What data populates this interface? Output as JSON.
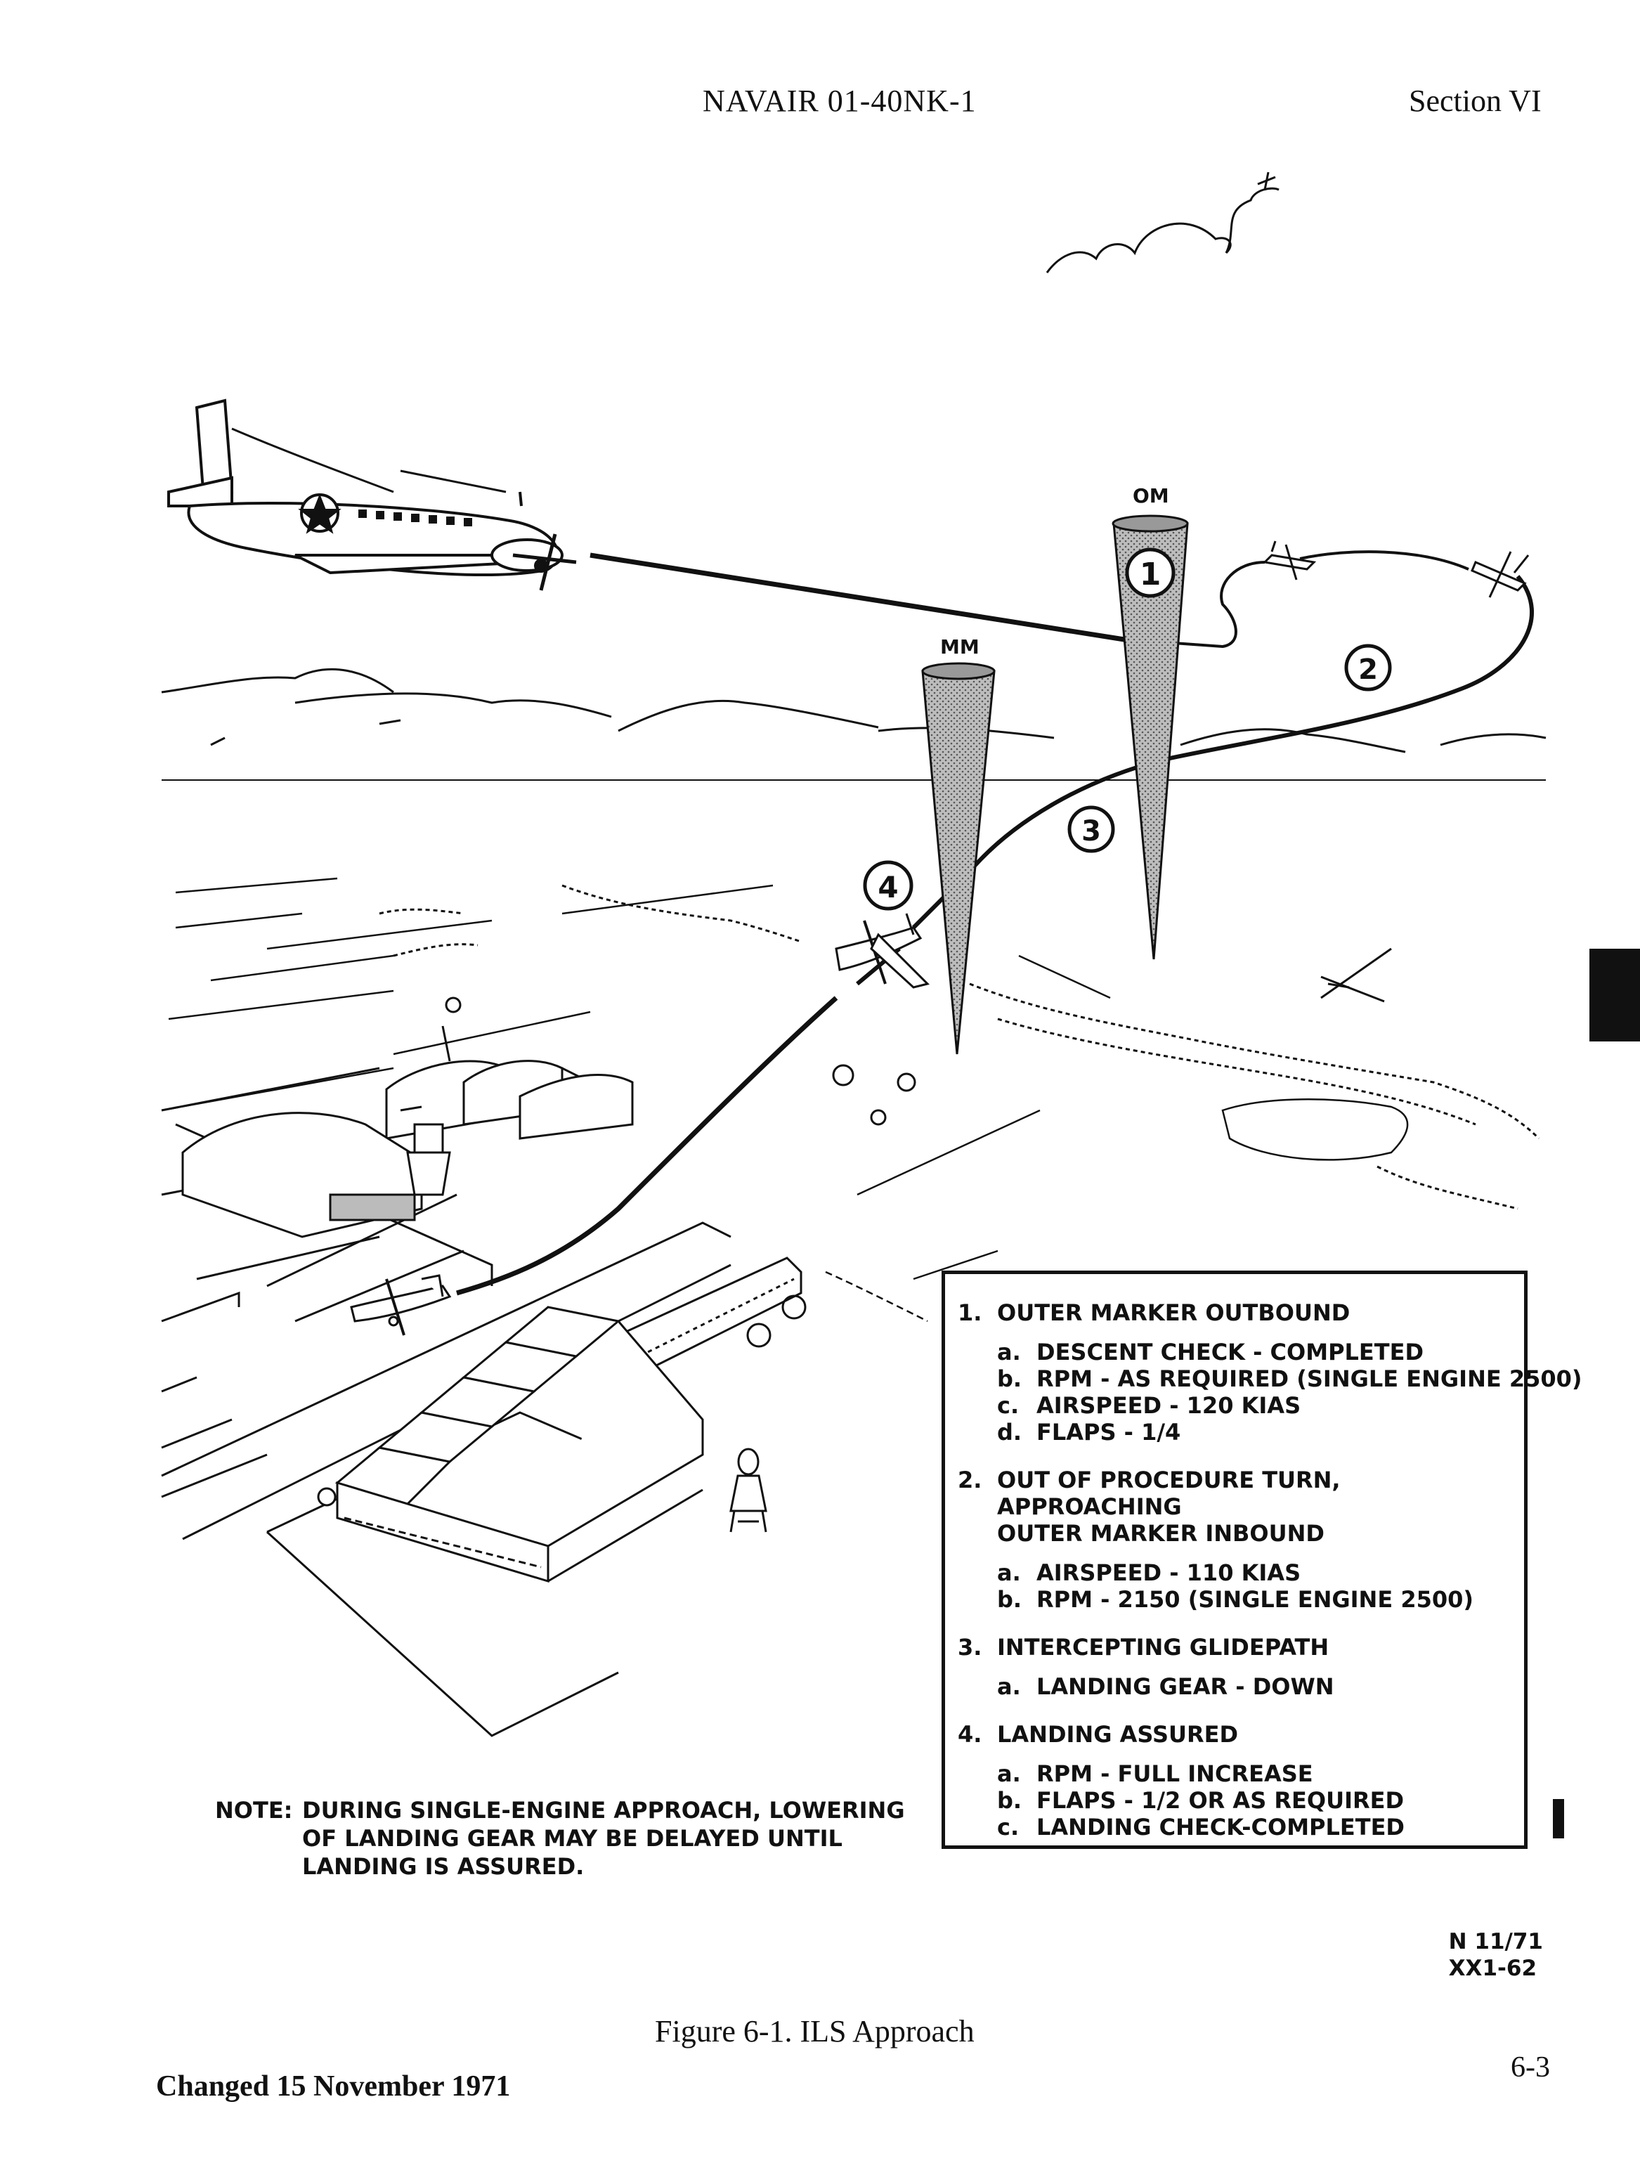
{
  "header": {
    "doc_id": "NAVAIR 01-40NK-1",
    "section": "Section VI"
  },
  "illustration": {
    "labels": {
      "outer_marker": "OM",
      "middle_marker": "MM",
      "step1": "1",
      "step2": "2",
      "step3": "3",
      "step4": "4"
    }
  },
  "checklist": {
    "steps": [
      {
        "number": "1.",
        "title": "OUTER MARKER OUTBOUND",
        "title2": "",
        "items": [
          {
            "letter": "a.",
            "text": "DESCENT CHECK - COMPLETED"
          },
          {
            "letter": "b.",
            "text": "RPM - AS REQUIRED (SINGLE ENGINE 2500)"
          },
          {
            "letter": "c.",
            "text": "AIRSPEED - 120 KIAS"
          },
          {
            "letter": "d.",
            "text": "FLAPS - 1/4"
          }
        ]
      },
      {
        "number": "2.",
        "title": "OUT OF PROCEDURE TURN, APPROACHING",
        "title2": "OUTER MARKER INBOUND",
        "items": [
          {
            "letter": "a.",
            "text": "AIRSPEED - 110 KIAS"
          },
          {
            "letter": "b.",
            "text": "RPM - 2150 (SINGLE ENGINE 2500)"
          }
        ]
      },
      {
        "number": "3.",
        "title": "INTERCEPTING GLIDEPATH",
        "title2": "",
        "items": [
          {
            "letter": "a.",
            "text": "LANDING GEAR - DOWN"
          }
        ]
      },
      {
        "number": "4.",
        "title": "LANDING ASSURED",
        "title2": "",
        "items": [
          {
            "letter": "a.",
            "text": "RPM - FULL INCREASE"
          },
          {
            "letter": "b.",
            "text": "FLAPS - 1/2 OR AS REQUIRED"
          },
          {
            "letter": "c.",
            "text": "LANDING CHECK-COMPLETED"
          }
        ]
      }
    ]
  },
  "note": {
    "label": "NOTE:",
    "lines": [
      "DURING SINGLE-ENGINE APPROACH, LOWERING",
      "OF LANDING GEAR MAY BE DELAYED UNTIL",
      "LANDING IS ASSURED."
    ]
  },
  "figure_ref": {
    "line1": "N 11/71",
    "line2": "XX1-62"
  },
  "caption": "Figure 6-1.  ILS Approach",
  "footer": {
    "changed": "Changed 15 November 1971",
    "page": "6-3"
  }
}
